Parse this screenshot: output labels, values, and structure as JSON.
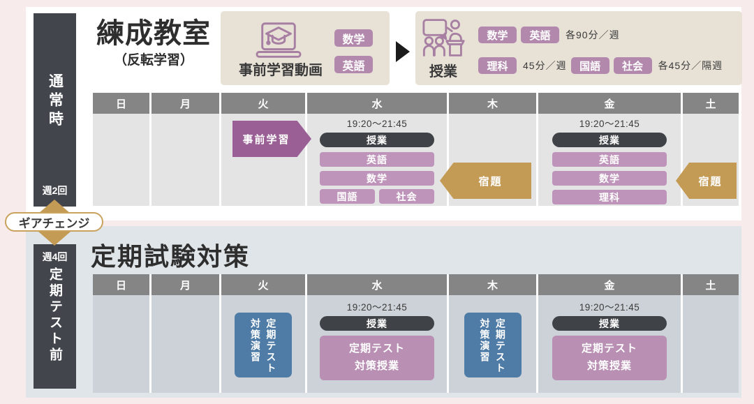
{
  "colors": {
    "page_bg": "#f7ebeb",
    "panel_top": "#ffffff",
    "panel_bottom": "#dfe5e9",
    "side_bar": "#42454c",
    "table_header": "#858585",
    "table_body_top": "#e4e4e4",
    "table_body_bottom": "#ccd2d7",
    "beige_box": "#e7e1d6",
    "subject_badge": "#b288ad",
    "subject_pill": "#bf94ba",
    "prestudy_arrow": "#9a5f94",
    "homework_arrow": "#c49b55",
    "test_practice_box": "#4f7ca6",
    "class_pill": "#3f4246",
    "gear_border": "#c9a25e"
  },
  "normal_section": {
    "side_label": "通常時",
    "side_sub": "週2回",
    "title": "練成教室",
    "subtitle": "（反転学習）",
    "video_box": {
      "label": "事前学習動画",
      "badges": [
        "数学",
        "英語"
      ]
    },
    "class_box": {
      "label": "授業",
      "row1_badges": [
        "数学",
        "英語"
      ],
      "row1_note": "各90分／週",
      "row2_badge": "理科",
      "row2_note": "45分／週",
      "row2_badges": [
        "国語",
        "社会"
      ],
      "row2_note2": "各45分／隔週"
    },
    "calendar": {
      "days": [
        "日",
        "月",
        "火",
        "水",
        "木",
        "金",
        "土"
      ],
      "tue_arrow": "事前学習",
      "wed": {
        "time": "19:20〜21:45",
        "class_pill": "授業",
        "subjects": [
          "英語",
          "数学"
        ],
        "split_subjects": [
          "国語",
          "社会"
        ]
      },
      "thu_arrow": "宿題",
      "fri": {
        "time": "19:20〜21:45",
        "class_pill": "授業",
        "subjects": [
          "英語",
          "数学",
          "理科"
        ]
      },
      "sat_arrow": "宿題"
    }
  },
  "gear_change": {
    "label": "ギアチェンジ"
  },
  "test_section": {
    "side_sub": "週4回",
    "side_label": "定期テスト前",
    "title": "定期試験対策",
    "calendar": {
      "days": [
        "日",
        "月",
        "火",
        "水",
        "木",
        "金",
        "土"
      ],
      "tue_box": "定期テスト\n対策演習",
      "wed": {
        "time": "19:20〜21:45",
        "class_pill": "授業",
        "box": "定期テスト\n対策授業"
      },
      "thu_box": "定期テスト\n対策演習",
      "fri": {
        "time": "19:20〜21:45",
        "class_pill": "授業",
        "box": "定期テスト\n対策授業"
      }
    }
  }
}
